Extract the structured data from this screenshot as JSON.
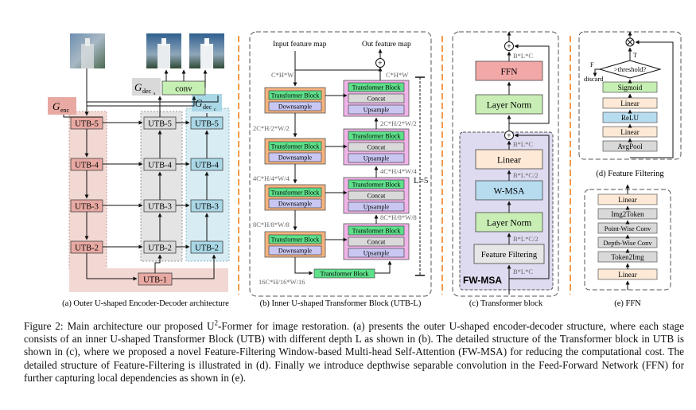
{
  "figure": {
    "panel_a": {
      "g_enc": "G",
      "g_enc_sub": "enc",
      "g_dec_s": "G",
      "g_dec_s_sub": "dec",
      "g_dec_s_sub2": "s",
      "g_dec_c": "G",
      "g_dec_c_sub": "dec",
      "g_dec_c_sub2": "c",
      "conv": "conv",
      "enc_blocks": [
        "UTB-5",
        "UTB-4",
        "UTB-3",
        "UTB-2"
      ],
      "dec_s_blocks": [
        "UTB-5",
        "UTB-4",
        "UTB-3",
        "UTB-2"
      ],
      "dec_c_blocks": [
        "UTB-5",
        "UTB-4",
        "UTB-3",
        "UTB-2"
      ],
      "bottom_block": "UTB-1",
      "caption": "(a) Outer U-shaped Encoder-Decoder architecture"
    },
    "panel_b": {
      "input_label": "Input feature map",
      "output_label": "Out feature map",
      "dims_left": [
        "C*H*W",
        "2C*H/2*W/2",
        "4C*H/4*W/4",
        "8C*H/8*W/8"
      ],
      "dims_right": [
        "C*H*W",
        "2C*H/2*W/2",
        "4C*H/4*W/4",
        "8C*H/8*W/8"
      ],
      "bottom_dim": "16C*H/16*W/16",
      "transformer_block": "Transformer Block",
      "downsample": "Downsample",
      "upsample": "Upsample",
      "concat": "Concat",
      "depth_label": "L=5",
      "caption": "(b) Inner U-shaped Transformer Block (UTB-L)"
    },
    "panel_c": {
      "ffn": "FFN",
      "layer_norm_top": "Layer Norm",
      "linear": "Linear",
      "w_msa": "W-MSA",
      "layer_norm_bottom": "Layer Norm",
      "feature_filtering": "Feature Filtering",
      "fw_msa": "FW-MSA",
      "dims": [
        "B*L*C",
        "B*L*C",
        "B*L*C/2",
        "B*L*C/2",
        "B*L*C"
      ],
      "caption": "(c) Transformer block"
    },
    "panel_d": {
      "threshold": ">threshold?",
      "true_label": "T",
      "false_label": "F",
      "discard": "discard",
      "blocks": [
        "Sigmoid",
        "Linear",
        "ReLU",
        "Linear",
        "AvgPool"
      ],
      "caption": "(d) Feature Filtering"
    },
    "panel_e": {
      "blocks": [
        "Linear",
        "Img2Token",
        "Point-Wise Conv",
        "Depth-Wise Conv",
        "Token2Img",
        "Linear"
      ],
      "caption": "(e) FFN"
    },
    "colors": {
      "enc_bg": "#f2d8d3",
      "enc_block": "#e8a9a2",
      "dec_s_bg": "#e4e4e4",
      "dec_s_block": "#d9d9d9",
      "dec_c_bg": "#d8ecf3",
      "dec_c_block": "#a9d7e6",
      "conv": "#c6efb3",
      "orange": "#f5b37f",
      "pink": "#f0b4e8",
      "green": "#5ee08a",
      "purple": "#c9c7f2",
      "gray": "#cfcfcf",
      "fwmsa_bg": "#dedbf0",
      "divider": "#f39a4a"
    }
  },
  "caption": {
    "part1": "Figure 2: Main architecture our proposed U",
    "sup": "2",
    "part2": "-Former for image restoration. (a) presents the outer U-shaped encoder-decoder structure, where each stage consists of an inner U-shaped Transformer Block (UTB) with different depth L as shown in (b). The detailed structure of the Transformer block in UTB is shown in (c), where we proposed a novel Feature-Filtering Window-based Multi-head Self-Attention (FW-MSA) for reducing the computational cost. The detailed structure of Feature-Filtering is illustrated in (d). Finally we introduce depthwise separable convolution in the Feed-Forward Network (FFN) for further capturing local dependencies as shown in (e)."
  }
}
